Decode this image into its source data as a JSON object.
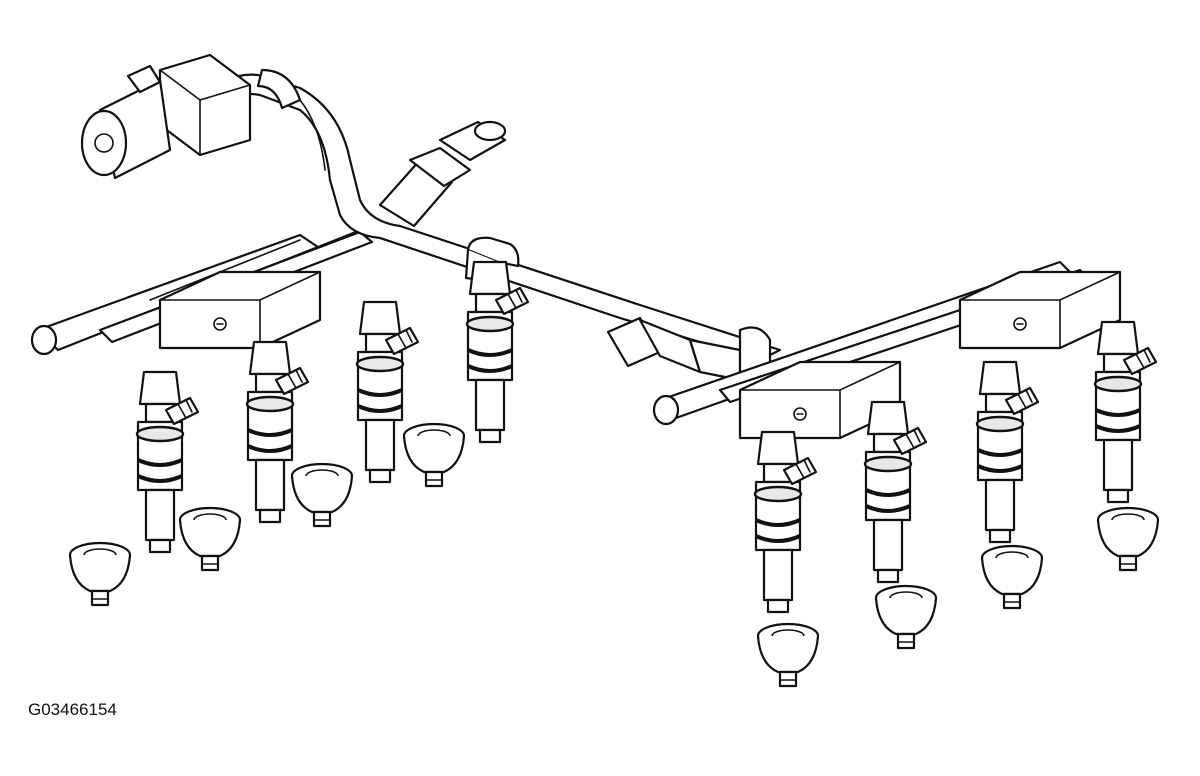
{
  "figure": {
    "id": "G03466154"
  },
  "parts": {
    "left_bank_injectors": 4,
    "right_bank_injectors": 4,
    "icons": [
      "pressure-regulator-icon",
      "fuel-inlet-fitting-icon",
      "fuel-rail-icon",
      "fuel-injector-icon",
      "lower-o-ring-cap-icon"
    ]
  }
}
